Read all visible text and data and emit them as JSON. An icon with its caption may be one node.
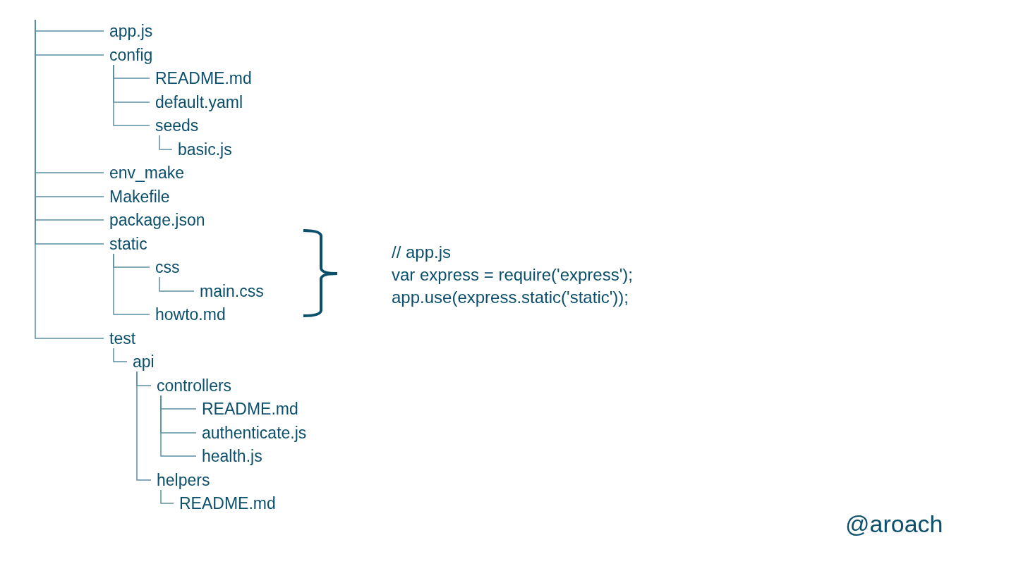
{
  "diagram": {
    "nodes": [
      {
        "text": [
          "app.js"
        ]
      },
      {
        "text": [
          "config"
        ]
      },
      {
        "text": [
          "README.md"
        ]
      },
      {
        "text": [
          "default.yaml"
        ]
      },
      {
        "text": [
          "seeds"
        ]
      },
      {
        "text": [
          "basic.js"
        ]
      },
      {
        "text": [
          "env_make"
        ]
      },
      {
        "text": [
          "Makefile"
        ]
      },
      {
        "text": [
          "package.json"
        ]
      },
      {
        "text": [
          "static"
        ]
      },
      {
        "text": [
          "css"
        ]
      },
      {
        "text": [
          "main.css"
        ]
      },
      {
        "text": [
          "howto.md"
        ]
      },
      {
        "text": [
          "test"
        ]
      },
      {
        "text": [
          "api"
        ]
      },
      {
        "text": [
          "controllers"
        ]
      },
      {
        "text": [
          "README.md"
        ]
      },
      {
        "text": [
          "authenticate.js"
        ]
      },
      {
        "text": [
          "health.js"
        ]
      },
      {
        "text": [
          "helpers"
        ]
      },
      {
        "text": [
          "README.md"
        ]
      }
    ],
    "edges": [
      {
        "from": null,
        "to": 0,
        "arrow": "none"
      },
      {
        "from": null,
        "to": 1,
        "arrow": "none"
      },
      {
        "from": 1,
        "to": 2,
        "arrow": "none"
      },
      {
        "from": 1,
        "to": 3,
        "arrow": "none"
      },
      {
        "from": 1,
        "to": 4,
        "arrow": "none"
      },
      {
        "from": 4,
        "to": 5,
        "arrow": "none"
      },
      {
        "from": null,
        "to": 6,
        "arrow": "none"
      },
      {
        "from": null,
        "to": 7,
        "arrow": "none"
      },
      {
        "from": null,
        "to": 8,
        "arrow": "none"
      },
      {
        "from": null,
        "to": 9,
        "arrow": "none"
      },
      {
        "from": 9,
        "to": 10,
        "arrow": "none"
      },
      {
        "from": 10,
        "to": 11,
        "arrow": "none"
      },
      {
        "from": 9,
        "to": 12,
        "arrow": "none"
      },
      {
        "from": null,
        "to": 13,
        "arrow": "none"
      },
      {
        "from": 13,
        "to": 14,
        "arrow": "none"
      },
      {
        "from": 14,
        "to": 15,
        "arrow": "none"
      },
      {
        "from": 15,
        "to": 16,
        "arrow": "none"
      },
      {
        "from": 15,
        "to": 17,
        "arrow": "none"
      },
      {
        "from": 15,
        "to": 18,
        "arrow": "none"
      },
      {
        "from": 14,
        "to": 19,
        "arrow": "none"
      },
      {
        "from": 19,
        "to": 20,
        "arrow": "none"
      }
    ],
    "labels": [
      "// app.js",
      "var express = require('express');",
      "app.use(express.static('static'));",
      "@aroach"
    ]
  }
}
